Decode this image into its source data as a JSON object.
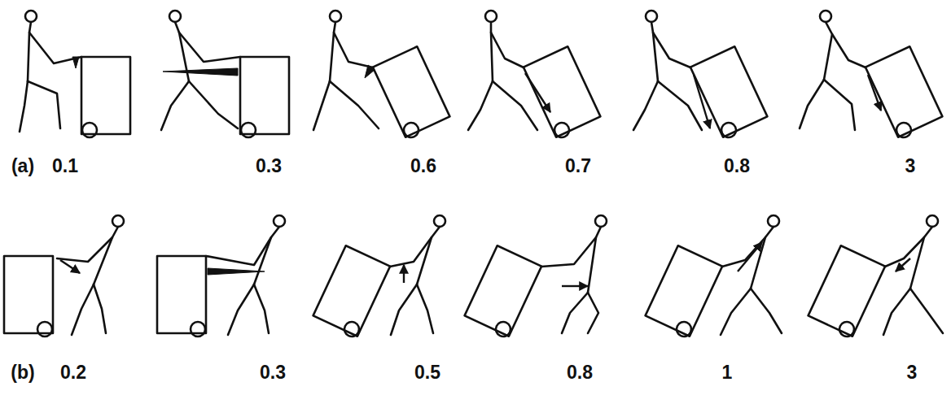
{
  "diagram": {
    "labels": [
      "(a)",
      "0.1",
      "0.3",
      "0.6",
      "0.7",
      "0.8",
      "3",
      "(b)",
      "0.2",
      "0.3",
      "0.5",
      "0.8",
      "1",
      "3"
    ]
  }
}
